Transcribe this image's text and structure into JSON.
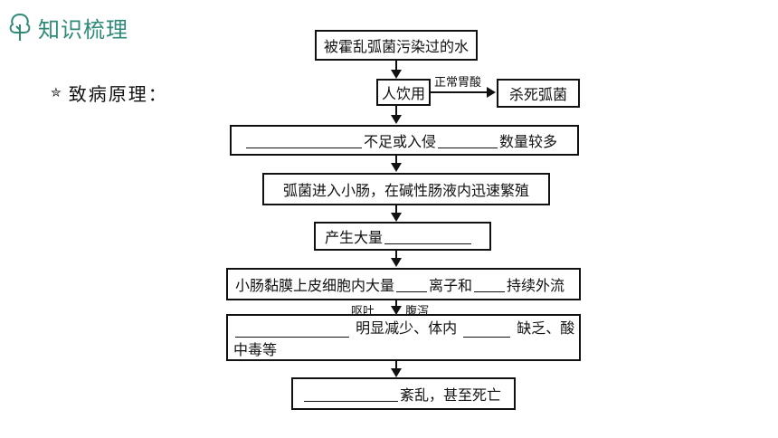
{
  "header": {
    "title": "知识梳理",
    "icon": "tree-icon",
    "accent": "#2f8a78"
  },
  "subtitle": {
    "star": "✮",
    "text": "致病原理："
  },
  "flow": {
    "box1": "被霍乱弧菌污染过的水",
    "box2": "人饮用",
    "arrow_label_right": "正常胃酸",
    "box3": "杀死弧菌",
    "box4_a": "不足或入侵",
    "box4_b": "数量较多",
    "box5": "弧菌进入小肠，在碱性肠液内迅速繁殖",
    "box6": "产生大量",
    "box7_a": "小肠黏膜上皮细胞内大量",
    "box7_b": "离子和",
    "box7_c": "持续外流",
    "arrow_label_left": "呕吐",
    "arrow_label_right2": "腹泻",
    "box8_a": "明显减少、体内",
    "box8_b": "缺乏、酸",
    "box8_c": "中毒等",
    "box9": "紊乱，甚至死亡"
  }
}
